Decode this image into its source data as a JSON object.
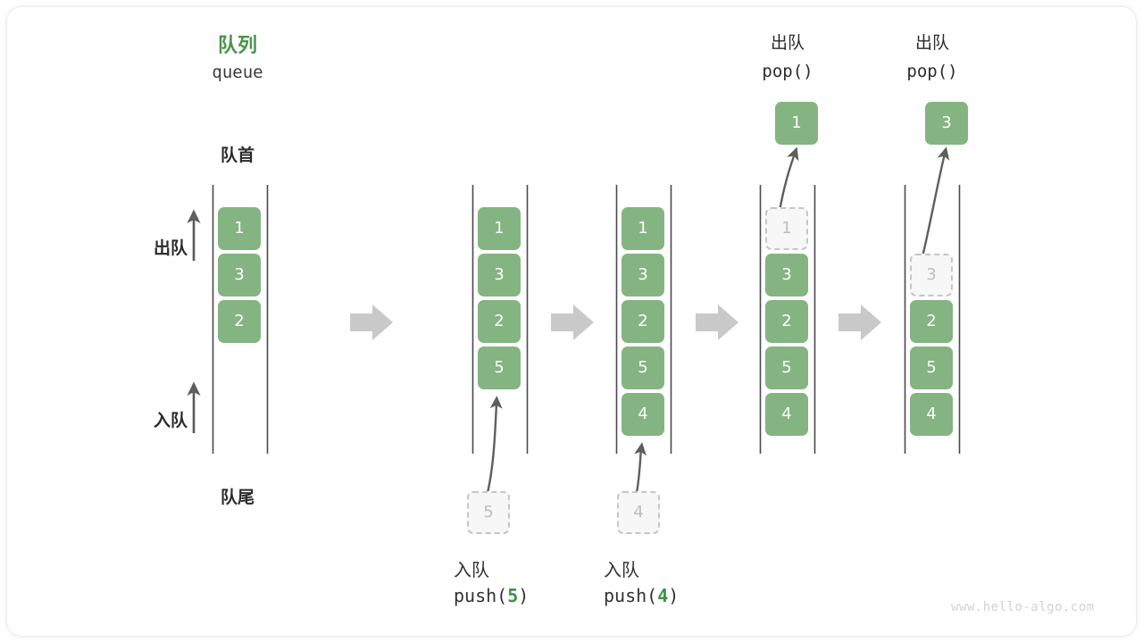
{
  "diagram": {
    "title_cn": "队列",
    "title_en": "queue",
    "front_label": "队首",
    "rear_label": "队尾",
    "dequeue_label": "出队",
    "enqueue_label": "入队",
    "watermark": "www.hello-algo.com",
    "colors": {
      "element_fill": "#84b481",
      "element_text": "#ffffff",
      "ghost_fill": "#f7f7f7",
      "ghost_border": "#c6c6c6",
      "ghost_text": "#bdbdbd",
      "accent_green": "#4a944a",
      "rail": "#4a4a4a",
      "arrow_gray": "#c9c9c9",
      "thin_arrow": "#666666",
      "text": "#2b2b2b",
      "watermark": "#d2d2d2",
      "background": "#ffffff"
    },
    "steps": [
      {
        "id": "initial",
        "header_cn": "",
        "header_code": "",
        "cells": [
          {
            "value": "1",
            "state": "filled"
          },
          {
            "value": "3",
            "state": "filled"
          },
          {
            "value": "2",
            "state": "filled"
          }
        ],
        "caption_cn": "",
        "caption_code": "",
        "incoming_value": "",
        "popped_value": ""
      },
      {
        "id": "push-5",
        "header_cn": "",
        "header_code": "",
        "cells": [
          {
            "value": "1",
            "state": "filled"
          },
          {
            "value": "3",
            "state": "filled"
          },
          {
            "value": "2",
            "state": "filled"
          },
          {
            "value": "5",
            "state": "filled"
          }
        ],
        "caption_cn": "入队",
        "caption_code_prefix": "push(",
        "caption_code_arg": "5",
        "caption_code_suffix": ")",
        "incoming_value": "5",
        "popped_value": ""
      },
      {
        "id": "push-4",
        "header_cn": "",
        "header_code": "",
        "cells": [
          {
            "value": "1",
            "state": "filled"
          },
          {
            "value": "3",
            "state": "filled"
          },
          {
            "value": "2",
            "state": "filled"
          },
          {
            "value": "5",
            "state": "filled"
          },
          {
            "value": "4",
            "state": "filled"
          }
        ],
        "caption_cn": "入队",
        "caption_code_prefix": "push(",
        "caption_code_arg": "4",
        "caption_code_suffix": ")",
        "incoming_value": "4",
        "popped_value": ""
      },
      {
        "id": "pop-1",
        "header_cn": "出队",
        "header_code": "pop()",
        "cells": [
          {
            "value": "1",
            "state": "ghost"
          },
          {
            "value": "3",
            "state": "filled"
          },
          {
            "value": "2",
            "state": "filled"
          },
          {
            "value": "5",
            "state": "filled"
          },
          {
            "value": "4",
            "state": "filled"
          }
        ],
        "caption_cn": "",
        "caption_code": "",
        "incoming_value": "",
        "popped_value": "1"
      },
      {
        "id": "pop-3",
        "header_cn": "出队",
        "header_code": "pop()",
        "cells": [
          {
            "value": "",
            "state": "empty"
          },
          {
            "value": "3",
            "state": "ghost"
          },
          {
            "value": "2",
            "state": "filled"
          },
          {
            "value": "5",
            "state": "filled"
          },
          {
            "value": "4",
            "state": "filled"
          }
        ],
        "caption_cn": "",
        "caption_code": "",
        "incoming_value": "",
        "popped_value": "3"
      }
    ],
    "flow_arrows": 4
  }
}
